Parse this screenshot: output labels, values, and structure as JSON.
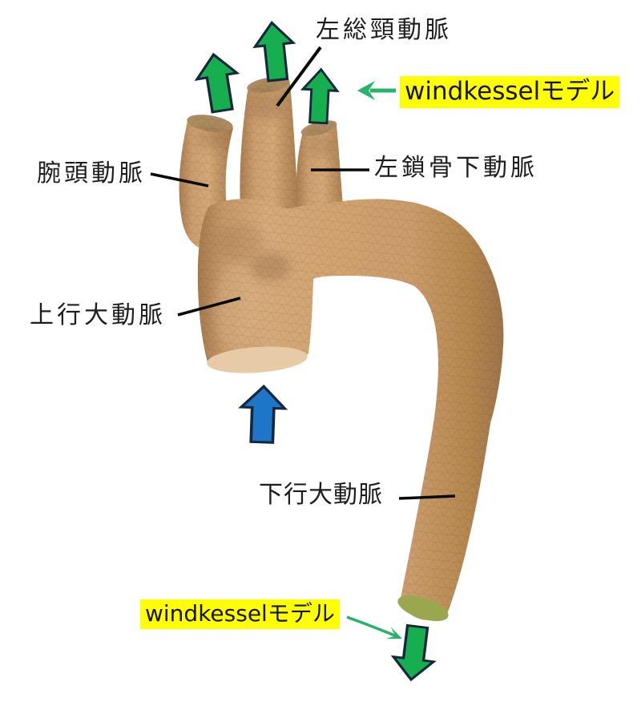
{
  "figure": {
    "kind": "aorta-3d-model-boundary-condition-diagram",
    "background": "#ffffff"
  },
  "labels": {
    "left_common_carotid": "左総頸動脈",
    "brachiocephalic_artery": "腕頭動脈",
    "left_subclavian_artery": "左鎖骨下動脈",
    "ascending_aorta": "上行大動脈",
    "descending_aorta": "下行大動脈",
    "windkessel_top": "windkesselモデル",
    "windkessel_bottom": "windkesselモデル"
  },
  "arrows": {
    "outflow_left": "up",
    "outflow_middle": "up",
    "outflow_right": "up",
    "inflow_bottom": "up",
    "outflow_descending": "down",
    "pointer_top": "left",
    "pointer_bottom": "down-right"
  },
  "colors": {
    "vessel_tan": "#cb9c6e",
    "vessel_highlight": "#dcb083",
    "vessel_shadow": "#a2764a",
    "inlet_face": "#e7cba6",
    "outlet_face": "#9aa74f",
    "outflow_arrow_green": "#17ae4f",
    "inflow_arrow_blue": "#1f76c8",
    "arrow_outline": "#14273e",
    "pointer_green": "#27b36b",
    "highlight_yellow": "#ffff00",
    "label_text": "#1d1d1d"
  }
}
